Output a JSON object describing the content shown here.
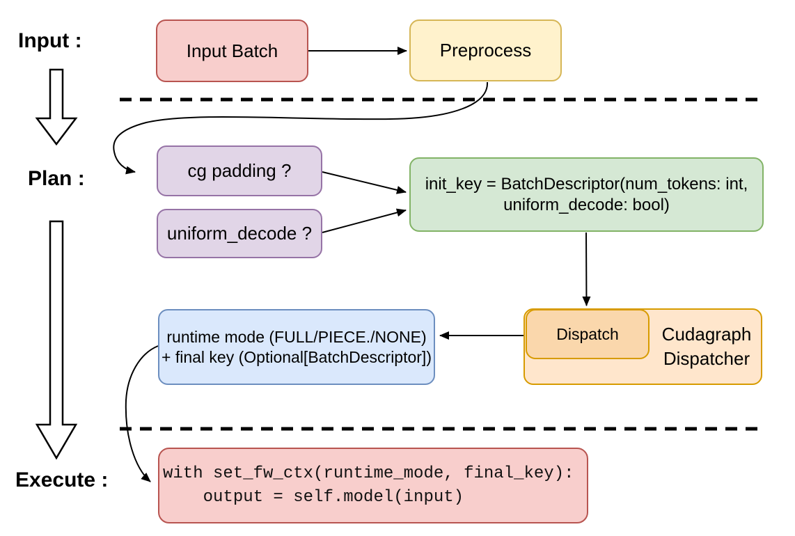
{
  "stages": {
    "input_label": "Input :",
    "plan_label": "Plan :",
    "execute_label": "Execute :"
  },
  "nodes": {
    "input_batch": {
      "label": "Input Batch",
      "fill": "#f8cecc",
      "stroke": "#b85450"
    },
    "preprocess": {
      "label": "Preprocess",
      "fill": "#fff2cc",
      "stroke": "#d6b656"
    },
    "cg_padding": {
      "label": "cg padding ?",
      "fill": "#e1d5e7",
      "stroke": "#9673a6"
    },
    "uniform_decode": {
      "label": "uniform_decode ?",
      "fill": "#e1d5e7",
      "stroke": "#9673a6"
    },
    "init_key": {
      "line1": "init_key = BatchDescriptor(num_tokens: int,",
      "line2": "uniform_decode: bool)",
      "fill": "#d5e8d4",
      "stroke": "#82b366"
    },
    "dispatch": {
      "label": "Dispatch",
      "fill": "#fad7ac",
      "stroke": "#d79b00"
    },
    "cudagraph_dispatcher": {
      "label": "Cudagraph Dispatcher",
      "fill": "#ffe6cc",
      "stroke": "#d79b00"
    },
    "runtime_result": {
      "line1": "runtime mode (FULL/PIECE./NONE)",
      "line2": "+ final key (Optional[BatchDescriptor])",
      "fill": "#dae8fc",
      "stroke": "#6c8ebf"
    },
    "execute_code": {
      "line1": "with set_fw_ctx(runtime_mode, final_key):",
      "line2": "    output = self.model(input)",
      "fill": "#f8cecc",
      "stroke": "#b85450"
    }
  },
  "connector_color": "#000000"
}
